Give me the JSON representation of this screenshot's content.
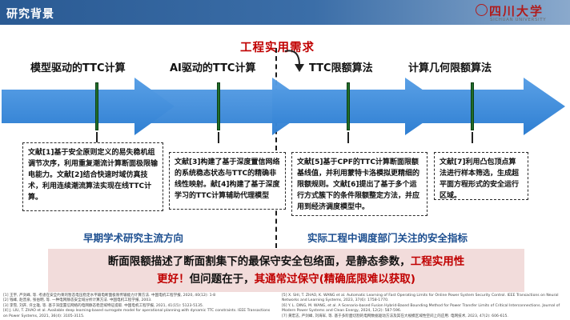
{
  "header": {
    "title": "研究背景",
    "logo_cn": "四川大学",
    "logo_en": "SICHUAN UNIVERSITY"
  },
  "center_title": "工程实用需求",
  "stages": [
    {
      "title": "模型驱动的TTC计算"
    },
    {
      "title": "AI驱动的TTC计算"
    },
    {
      "title": "TTC限额算法"
    },
    {
      "title": "计算几何限额算法"
    }
  ],
  "boxes": [
    {
      "text": "文献[1]基于安全原则定义的易失稳机组调节次序，利用重复潮流计算断面极限输电能力。文献[2]结合快速时域仿真技术，利用连续潮流算法实现在线TTC计算。"
    },
    {
      "text": "文献[3]构建了基于深度置信网络的系统稳态状态与TTC的精确非线性映射。献[4]构建了基于深度学习的TTC计算辅助代理模型"
    },
    {
      "text": "文献[5]基于CPF的TTC计算断面限额基线值，并利用蒙特卡洛模拟更精细的限额规则。文献[6]提出了基于多个运行方式簇下的条件限额整定方法，并应用到经济调度模型中。"
    },
    {
      "text": "文献[7]利用凸包顶点算法进行样本筛选，生成超平面方程形式的安全运行区域。"
    }
  ],
  "section_labels": {
    "left": "早期学术研究主流方向",
    "right": "实际工程中调度部门关注的安全指标"
  },
  "summary": {
    "part1": "断面限额描述了断面割集下的最保守安全包络面，是静态参数，",
    "part2_red": "工程实用性",
    "part3_red": "更好！",
    "part4": "但问题在于，",
    "part5_red": "其通常过保守(精确底限难以获取)"
  },
  "references_left": [
    "[1] 王宇, 严剑峰, 等. 考虑在安全约束的暂态电压稳定水平输电断面极限传输能力计算方法. 中国电机工程学报, 2020, 40(12): 1-8",
    "[2] 钱峰, 赵晋泉, 张伯明, 等. 一种电网静态安全域分析计算方法. 中国电机工程学报, 2003.",
    "[3] 李雪, 刘开, 许立雄, 等. 基于深度置信网络的电网静态稳定域特征提取. 中国电机工程学报, 2021, 41(15): 5123-5135.",
    "[4] J. LIU, T. ZHAO et al. Available deep learning-based surrogate model for operational planning with dynamic TTC constraints. IEEE Transactions on Power Systems, 2021, 36(4): 3105-3115."
  ],
  "references_right": [
    "[5] X. SHI, T. ZHAO, K. WANG et al. Automatic Learning of Fast Operating Limits for Online Power System Security Control. IEEE Transactions on Neural Networks and Learning Systems, 2023, 37(6): 1758-1770.",
    "[6] Y. L. DING, M. WANG, et al. A Scenario-based Fusion Hybrid-Based Bounding Method for Power Transfer Limits of Critical Interconnections. Journal of Modern Power Systems and Clean Energy, 2024, 12(2): 587-596.",
    "[7] 黄宏志, 严剑峰, 刘海军, 等. 基于多阶面切割的电网数据驱动方法及其在大规模区域性空间上的应用. 电网技术, 2023, 47(2): 606-615."
  ]
}
